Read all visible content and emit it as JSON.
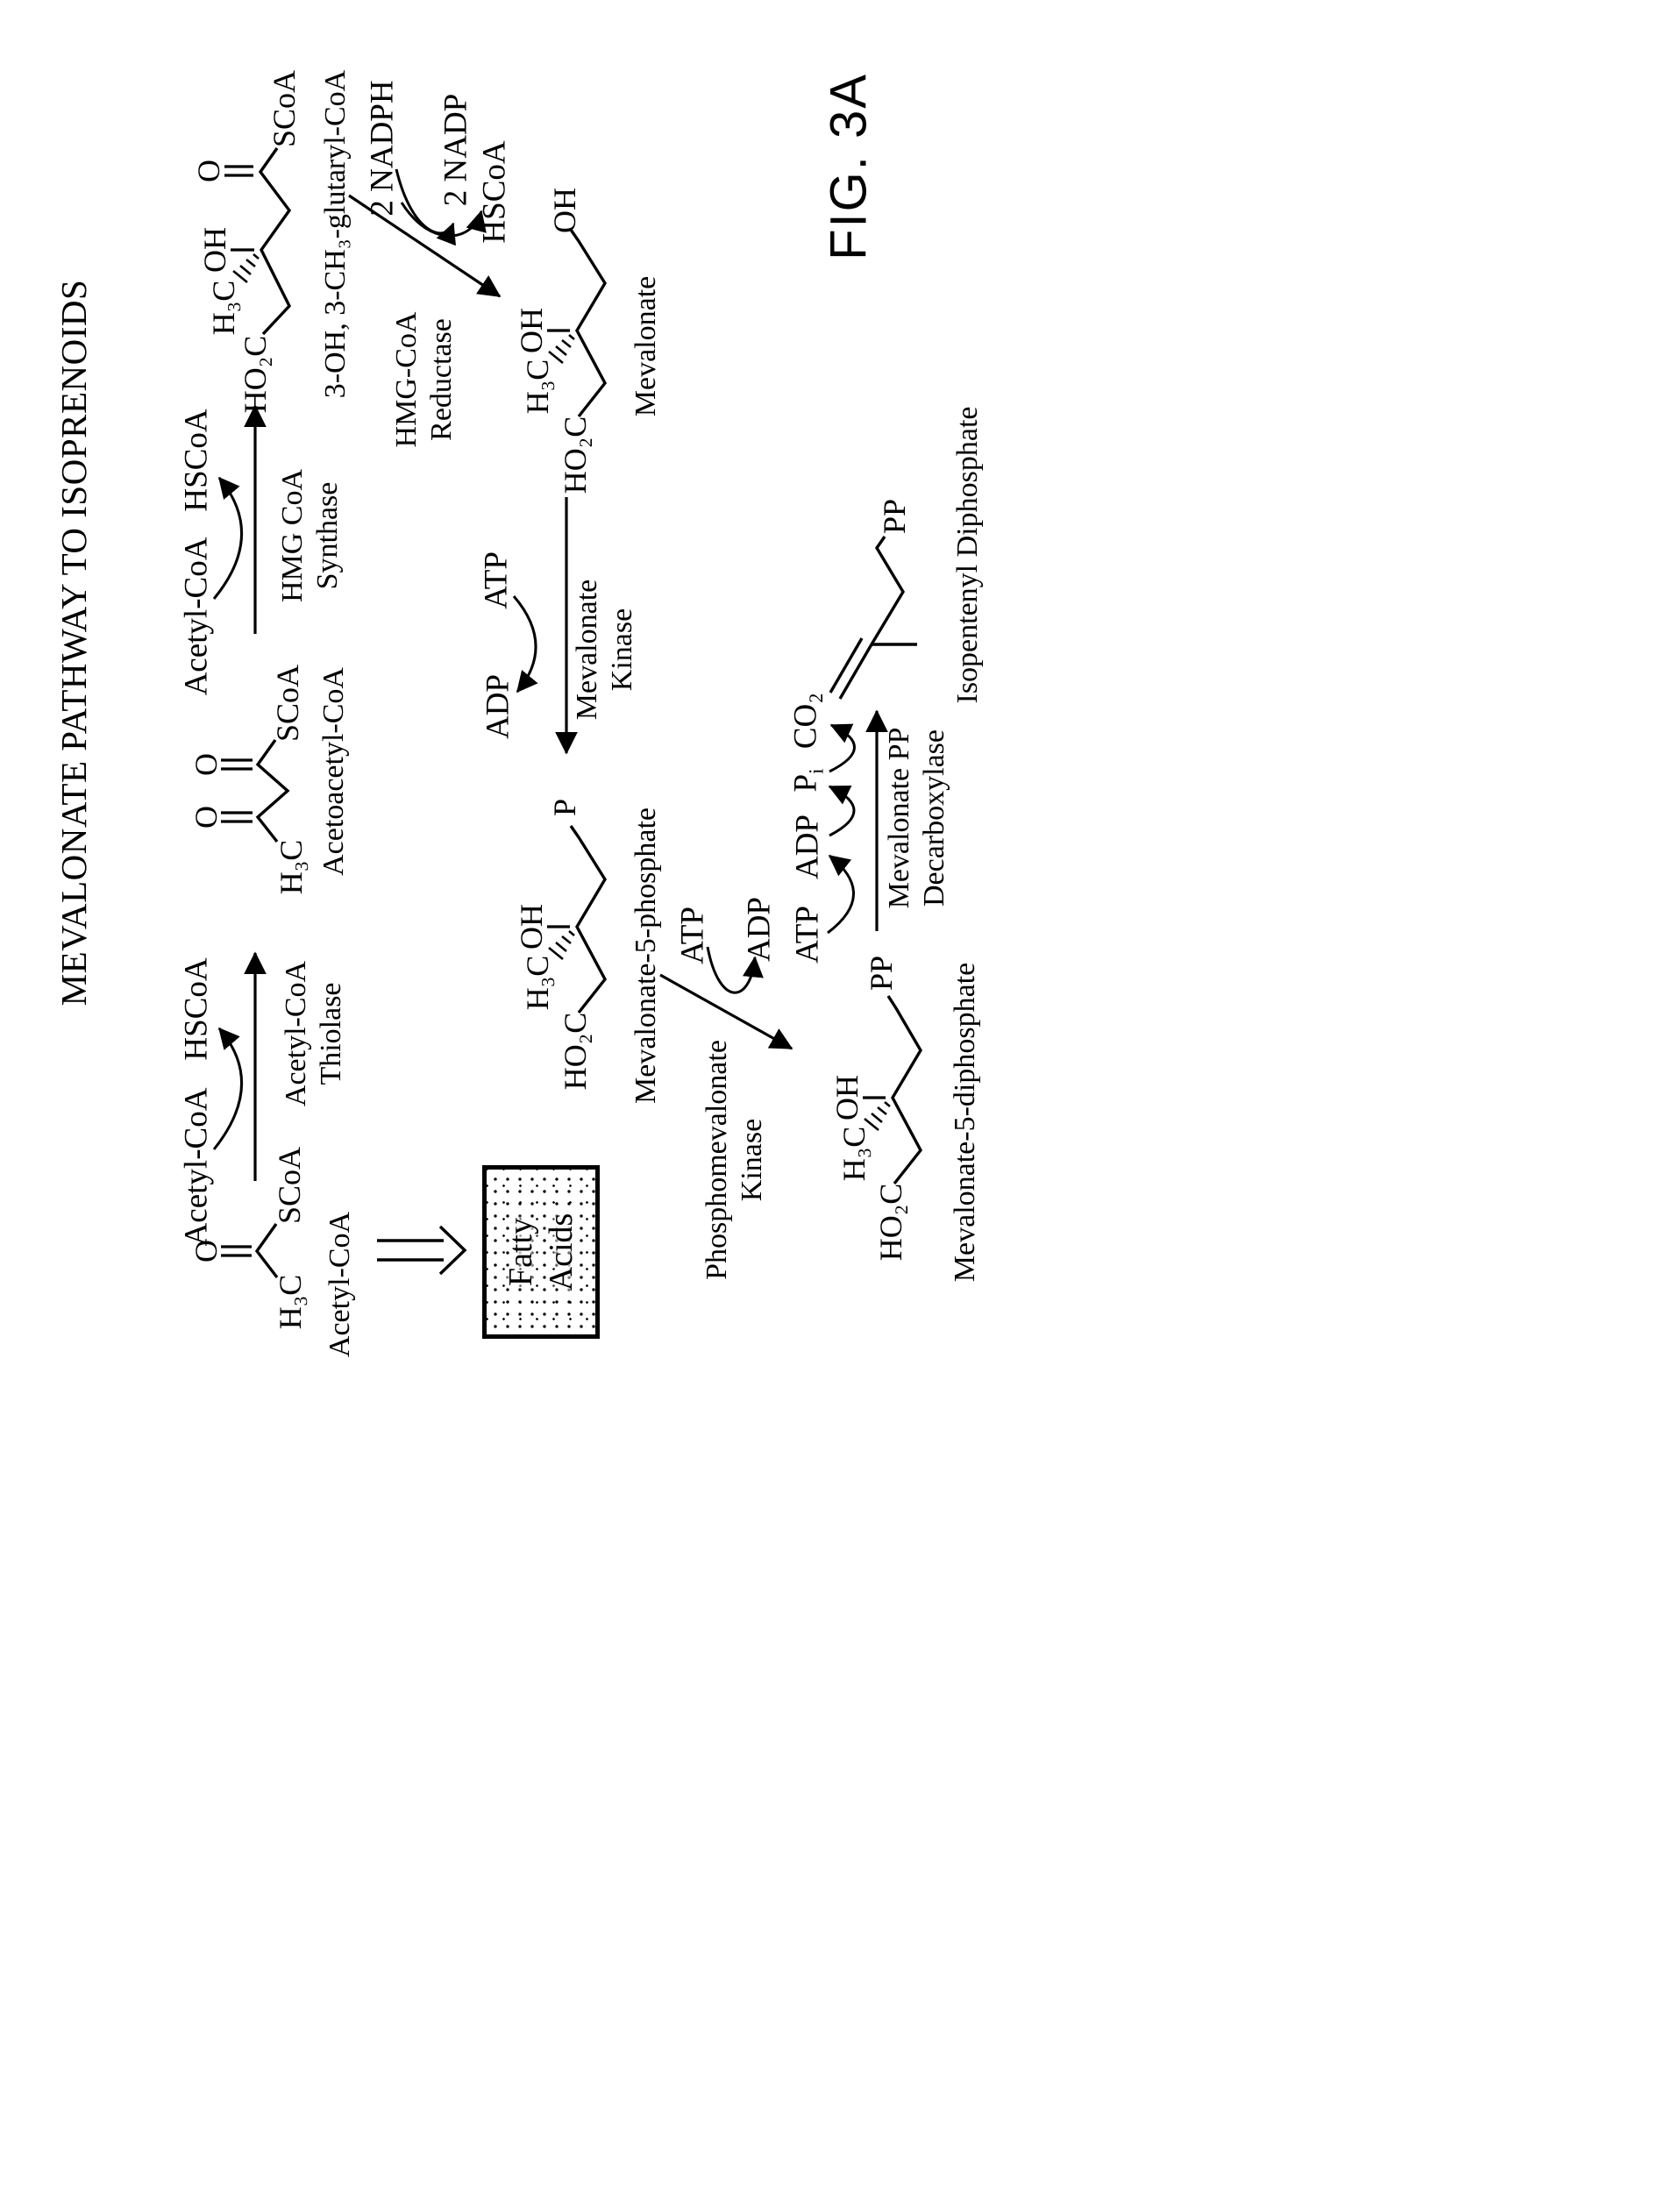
{
  "title": "MEVALONATE PATHWAY TO ISOPRENOIDS",
  "fig_label": "FIG. 3A",
  "molecules": {
    "acetyl_coa": {
      "name": "Acetyl-CoA",
      "h3c": "H₃C",
      "o": "O",
      "scoa": "SCoA"
    },
    "acetoacetyl_coa": {
      "name": "Acetoacetyl-CoA",
      "h3c": "H₃C",
      "o1": "O",
      "o2": "O",
      "scoa": "SCoA"
    },
    "hmg_coa": {
      "name": "3-OH, 3-CH₃-glutaryl-CoA",
      "ho2c": "HO₂C",
      "h3c": "H₃C",
      "oh": "OH",
      "o": "O",
      "scoa": "SCoA"
    },
    "mevalonate": {
      "name": "Mevalonate",
      "ho2c": "HO₂C",
      "h3c": "H₃C",
      "oh": "OH",
      "oh_end": "OH"
    },
    "mev5p": {
      "name": "Mevalonate-5-phosphate",
      "ho2c": "HO₂C",
      "h3c": "H₃C",
      "oh": "OH",
      "p": "P"
    },
    "mev5pp": {
      "name": "Mevalonate-5-diphosphate",
      "ho2c": "HO₂C",
      "h3c": "H₃C",
      "oh": "OH",
      "pp": "PP"
    },
    "ipp": {
      "name": "Isopentenyl Diphosphate",
      "pp": "PP"
    },
    "fatty_acids": {
      "line1": "Fatty",
      "line2": "Acids"
    }
  },
  "enzymes": {
    "thiolase": {
      "line1": "Acetyl-CoA",
      "line2": "Thiolase"
    },
    "synthase": {
      "line1": "HMG CoA",
      "line2": "Synthase"
    },
    "reductase": {
      "line1": "HMG-CoA",
      "line2": "Reductase"
    },
    "mev_kinase": {
      "line1": "Mevalonate",
      "line2": "Kinase"
    },
    "pmev_kinase": {
      "line1": "Phosphomevalonate",
      "line2": "Kinase"
    },
    "decarboxylase": {
      "line1": "Mevalonate PP",
      "line2": "Decarboxylase"
    }
  },
  "cofactors": {
    "thiolase": {
      "in": "Acetyl-CoA",
      "out": "HSCoA"
    },
    "synthase": {
      "in": "Acetyl-CoA",
      "out": "HSCoA"
    },
    "reductase": {
      "in": "2 NADPH",
      "out1": "2 NADP",
      "out2": "HSCoA"
    },
    "mev_kinase": {
      "in": "ATP",
      "out": "ADP"
    },
    "pmev_kinase": {
      "in": "ATP",
      "out": "ADP"
    },
    "decarboxylase": {
      "in": "ATP",
      "out1": "ADP",
      "out2_base": "P",
      "out2_sub": "i",
      "out3": "CO₂"
    }
  }
}
